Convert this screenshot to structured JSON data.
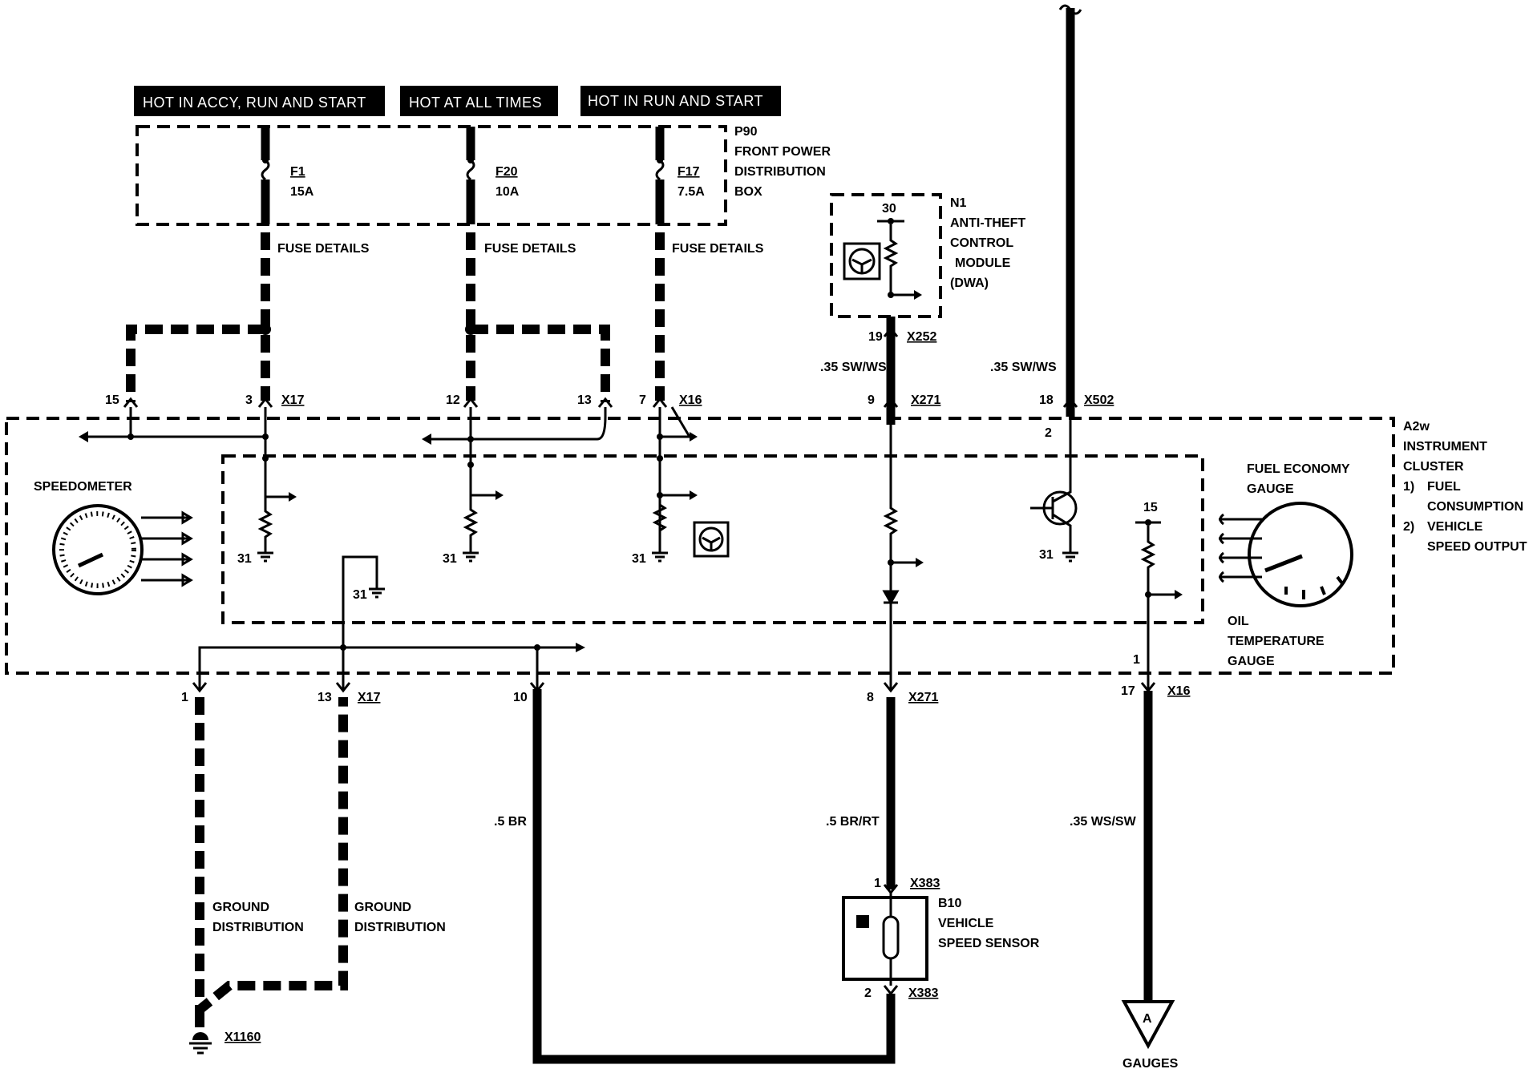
{
  "headers": {
    "accy": "HOT IN ACCY, RUN AND START",
    "always": "HOT AT ALL TIMES",
    "run": "HOT IN RUN AND START"
  },
  "fusebox": {
    "id": "P90",
    "line1": "FRONT POWER",
    "line2": "DISTRIBUTION",
    "line3": "BOX",
    "f1_name": "F1",
    "f1_rating": "15A",
    "f20_name": "F20",
    "f20_rating": "10A",
    "f17_name": "F17",
    "f17_rating": "7.5A",
    "fuse_details": "FUSE DETAILS"
  },
  "anti_theft": {
    "id": "N1",
    "line1": "ANTI-THEFT",
    "line2": "CONTROL",
    "line3": "MODULE",
    "line4": "(DWA)",
    "pin_30": "30"
  },
  "cluster": {
    "id": "A2w",
    "line1": "INSTRUMENT",
    "line2": "CLUSTER",
    "item1_num": "1)",
    "item1_a": "FUEL",
    "item1_b": "CONSUMPTION",
    "item2_num": "2)",
    "item2_a": "VEHICLE",
    "item2_b": "SPEED OUTPUT",
    "speedometer": "SPEEDOMETER",
    "fuel_gauge_a": "FUEL ECONOMY",
    "fuel_gauge_b": "GAUGE",
    "oil_a": "OIL",
    "oil_b": "TEMPERATURE",
    "oil_c": "GAUGE",
    "ground": "31",
    "pin_2": "2",
    "pin_15": "15",
    "pin_1": "1"
  },
  "connectors": {
    "x17": "X17",
    "x16": "X16",
    "x252": "X252",
    "x271": "X271",
    "x502": "X502",
    "x383": "X383",
    "x1160": "X1160"
  },
  "pins": {
    "p15": "15",
    "p3": "3",
    "p12": "12",
    "p13": "13",
    "p7": "7",
    "p19": "19",
    "p9": "9",
    "p18": "18",
    "p1": "1",
    "p13b": "13",
    "p10": "10",
    "p8": "8",
    "p17": "17",
    "p1s": "1",
    "p2s": "2"
  },
  "wires": {
    "sw_ws_1": ".35 SW/WS",
    "sw_ws_2": ".35 SW/WS",
    "br": ".5 BR",
    "br_rt": ".5 BR/RT",
    "ws_sw": ".35 WS/SW"
  },
  "ground_dist": {
    "a1": "GROUND",
    "a2": "DISTRIBUTION",
    "b1": "GROUND",
    "b2": "DISTRIBUTION"
  },
  "sensor": {
    "id": "B10",
    "line1": "VEHICLE",
    "line2": "SPEED SENSOR"
  },
  "gauges": {
    "letter": "A",
    "label": "GAUGES"
  }
}
